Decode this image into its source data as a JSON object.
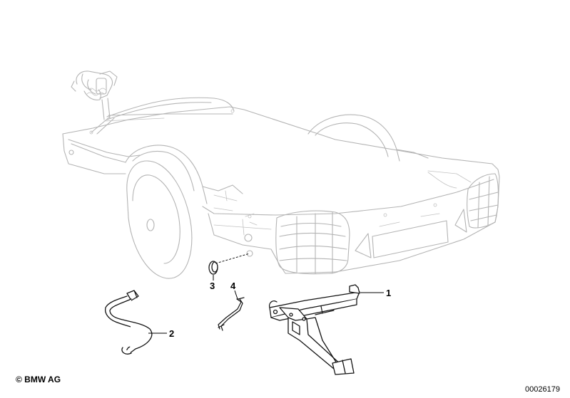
{
  "diagram": {
    "callouts": [
      {
        "id": "part-1",
        "label": "1"
      },
      {
        "id": "part-2",
        "label": "2"
      },
      {
        "id": "part-3",
        "label": "3"
      },
      {
        "id": "part-4",
        "label": "4"
      }
    ],
    "copyright": "© BMW AG",
    "drawing_number": "00026179",
    "colors": {
      "background": "#ffffff",
      "ghost_lines": "#b4b4b4",
      "part_lines": "#141414"
    }
  }
}
